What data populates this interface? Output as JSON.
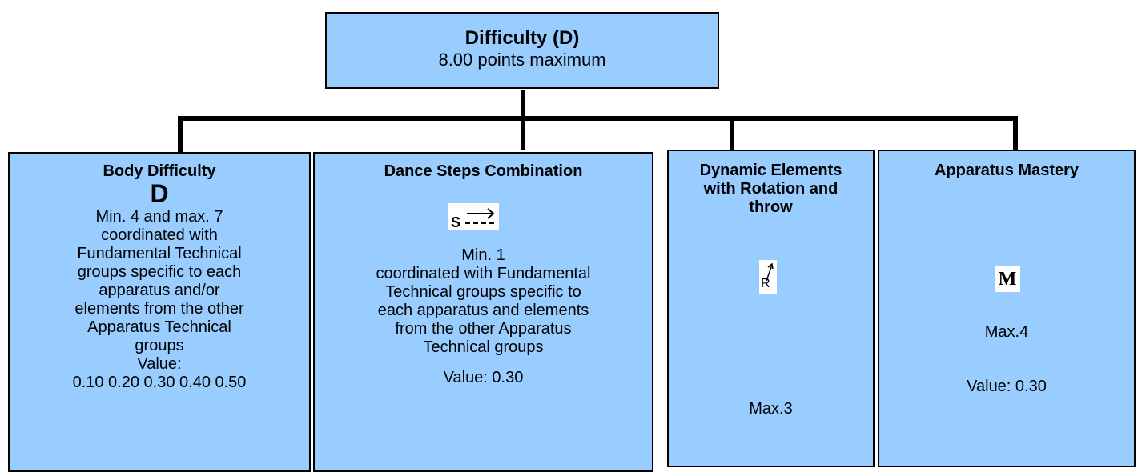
{
  "top": {
    "title": "Difficulty (D)",
    "subtitle": "8.00 points maximum"
  },
  "boxes": [
    {
      "title": "Body Difficulty",
      "symbol": "D",
      "lines": [
        "Min. 4 and max. 7",
        "coordinated with",
        "Fundamental Technical",
        "groups specific to each",
        "apparatus and/or",
        "elements from the other",
        "Apparatus Technical",
        "groups"
      ],
      "value_label": "Value:",
      "values": "0.10 0.20 0.30 0.40 0.50"
    },
    {
      "title": "Dance Steps Combination",
      "symbol": "S",
      "lines": [
        "Min. 1",
        "coordinated with Fundamental",
        "Technical groups specific to",
        "each apparatus and elements",
        "from the other Apparatus",
        "Technical groups"
      ],
      "value": "Value: 0.30"
    },
    {
      "title_lines": [
        "Dynamic Elements",
        "with Rotation and",
        "throw"
      ],
      "symbol": "R",
      "max": "Max.3"
    },
    {
      "title": "Apparatus Mastery",
      "symbol": "M",
      "max": "Max.4",
      "value": "Value: 0.30"
    }
  ]
}
